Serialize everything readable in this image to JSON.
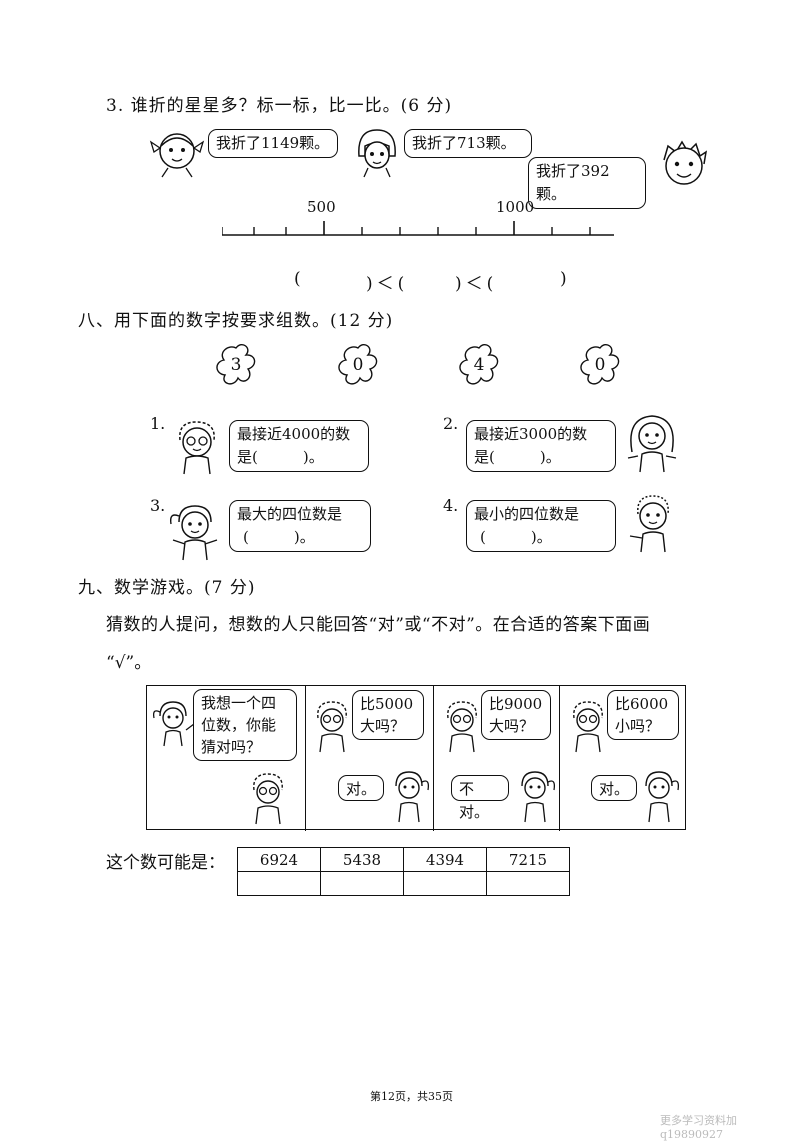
{
  "q3": {
    "title": "3. 谁折的星星多？标一标，比一比。(6 分)",
    "bubbles": [
      "我折了1149颗。",
      "我折了713颗。",
      "我折了392颗。"
    ],
    "numberline": {
      "label_500": "500",
      "label_1000": "1000"
    },
    "compare": {
      "lparen": "(",
      "rparen_lt": ")＜(",
      "rparen": ")"
    }
  },
  "s8": {
    "title": "八、用下面的数字按要求组数。(12 分)",
    "digits": [
      "3",
      "0",
      "4",
      "0"
    ],
    "items": [
      {
        "num": "1.",
        "line1": "最接近4000的数",
        "line2": "是(　　　)。"
      },
      {
        "num": "2.",
        "line1": "最接近3000的数",
        "line2": "是(　　　)。"
      },
      {
        "num": "3.",
        "line1": "最大的四位数是",
        "line2": "(　　　)。"
      },
      {
        "num": "4.",
        "line1": "最小的四位数是",
        "line2": "(　　　)。"
      }
    ]
  },
  "s9": {
    "title": "九、数学游戏。(7 分)",
    "instruction_line1": "猜数的人提问，想数的人只能回答“对”或“不对”。在合适的答案下面画",
    "instruction_line2": "“√”。",
    "panels": [
      {
        "q": [
          "我想一个四",
          "位数，你能",
          "猜对吗？"
        ],
        "a": ""
      },
      {
        "q": [
          "比5000",
          "大吗？"
        ],
        "a": "对。"
      },
      {
        "q": [
          "比9000",
          "大吗？"
        ],
        "a": "不对。"
      },
      {
        "q": [
          "比6000",
          "小吗？"
        ],
        "a": "对。"
      }
    ],
    "answer_label": "这个数可能是：",
    "options": [
      "6924",
      "5438",
      "4394",
      "7215"
    ]
  },
  "footer": {
    "page": "第12页，共35页",
    "watermark": "更多学习资料加q19890927"
  }
}
